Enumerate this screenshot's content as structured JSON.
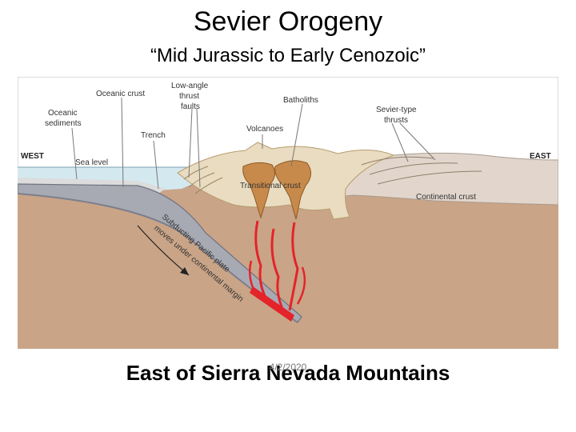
{
  "slide": {
    "title": "Sevier Orogeny",
    "subtitle": "“Mid Jurassic to Early Cenozoic”",
    "caption": "East of Sierra Nevada Mountains",
    "date": "4/2/2020"
  },
  "diagram": {
    "labels": {
      "west": "WEST",
      "east": "EAST",
      "oceanic_crust": "Oceanic crust",
      "oceanic_sediments_1": "Oceanic",
      "oceanic_sediments_2": "sediments",
      "low_angle_1": "Low-angle",
      "low_angle_2": "thrust",
      "low_angle_3": "faults",
      "trench": "Trench",
      "sea_level": "Sea level",
      "batholiths": "Batholiths",
      "volcanoes": "Volcanoes",
      "sevier_1": "Sevier-type",
      "sevier_2": "thrusts",
      "transitional_crust": "Transitional crust",
      "continental_crust": "Continental crust",
      "subducting_1": "Subducting Pacific plate",
      "subducting_2": "moves under continental margin"
    },
    "colors": {
      "mantle": "#c9a487",
      "ocean": "#d4e8ef",
      "oceanic_plate": "#a8aab3",
      "continental_crust": "#e2d6cc",
      "transitional_crust": "#e9dcc0",
      "batholith": "#c88a4a",
      "magma": "#e4232a",
      "text": "#333333"
    }
  }
}
